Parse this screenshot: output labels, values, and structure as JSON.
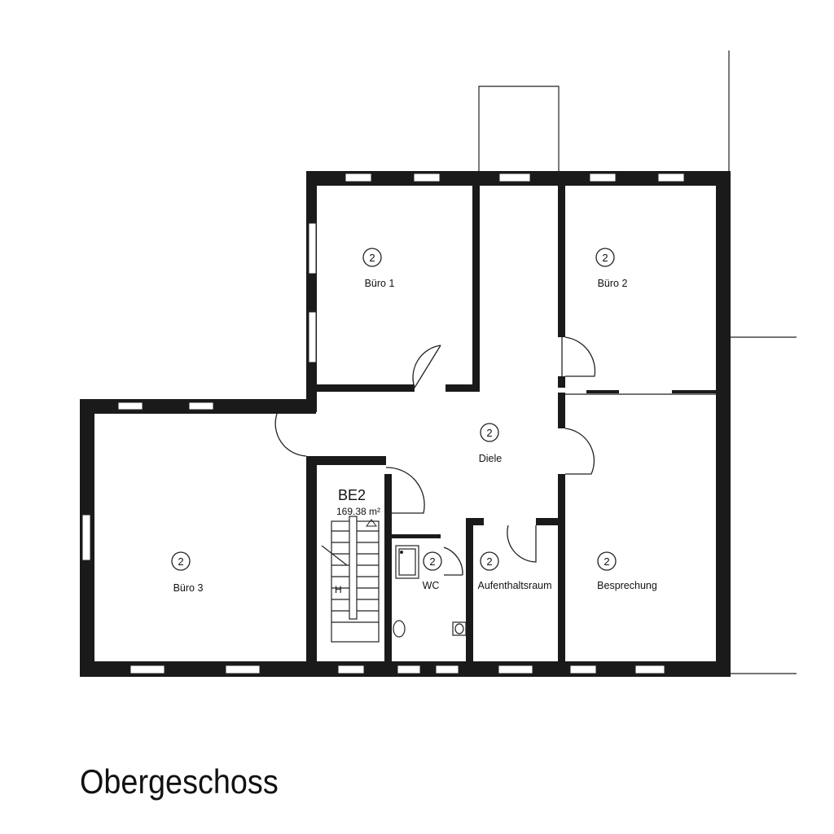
{
  "floor_title": "Obergeschoss",
  "unit": {
    "id": "BE2",
    "area": "169.38 m²"
  },
  "rooms": [
    {
      "num": "2",
      "name": "Büro 1"
    },
    {
      "num": "2",
      "name": "Büro 2"
    },
    {
      "num": "2",
      "name": "Diele"
    },
    {
      "num": "2",
      "name": "Büro 3"
    },
    {
      "num": "2",
      "name": "WC"
    },
    {
      "num": "2",
      "name": "Aufenthaltsraum"
    },
    {
      "num": "2",
      "name": "Besprechung"
    }
  ],
  "stair_label": "H",
  "colors": {
    "wall": "#1a1a1a",
    "line": "#222222",
    "background": "#ffffff"
  }
}
